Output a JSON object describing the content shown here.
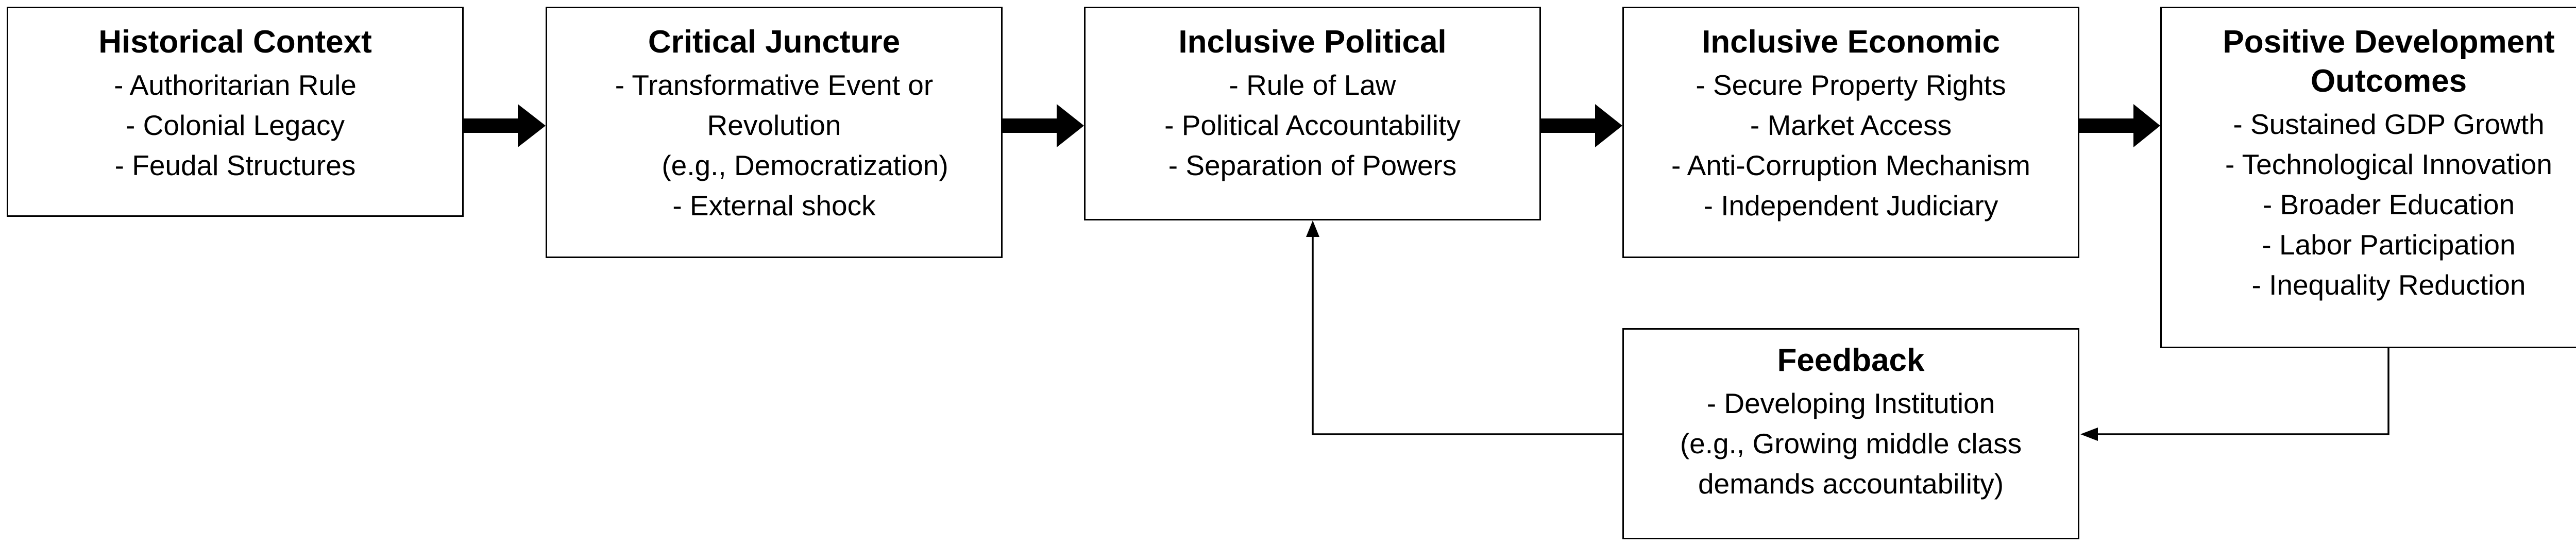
{
  "diagram": {
    "boxes": {
      "historical": {
        "title": "Historical Context",
        "lines": [
          "- Authoritarian Rule",
          "- Colonial Legacy",
          "- Feudal Structures"
        ]
      },
      "juncture": {
        "title": "Critical Juncture",
        "lines": [
          "- Transformative Event or",
          "Revolution",
          "(e.g., Democratization)",
          "- External shock"
        ]
      },
      "political": {
        "title": "Inclusive Political",
        "lines": [
          "- Rule of Law",
          "- Political Accountability",
          "- Separation of Powers"
        ]
      },
      "economic": {
        "title": "Inclusive Economic",
        "lines": [
          "- Secure Property Rights",
          "- Market Access",
          "- Anti-Corruption Mechanism",
          "- Independent Judiciary"
        ]
      },
      "outcomes": {
        "title_line1": "Positive Development",
        "title_line2": "Outcomes",
        "lines": [
          "- Sustained GDP Growth",
          "- Technological Innovation",
          "- Broader Education",
          "- Labor Participation",
          "- Inequality Reduction"
        ]
      },
      "feedback": {
        "title": "Feedback",
        "lines": [
          "- Developing Institution",
          "(e.g., Growing middle class",
          "demands accountability)"
        ]
      }
    },
    "colors": {
      "stroke": "#000000",
      "background": "#ffffff"
    }
  }
}
